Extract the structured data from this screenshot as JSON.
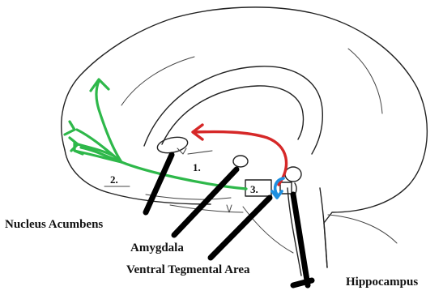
{
  "labels": {
    "nucleus_accumbens": "Nucleus Acumbens",
    "amygdala": "Amygdala",
    "vta": "Ventral Tegmental Area",
    "hippocampus": "Hippocampus"
  },
  "pathway_numbers": {
    "one": "1.",
    "two": "2.",
    "three": "3."
  },
  "colors": {
    "pathway_green": "#2eb84a",
    "pathway_red": "#d62828",
    "pathway_blue": "#1e8fe0",
    "ink": "#111111"
  }
}
